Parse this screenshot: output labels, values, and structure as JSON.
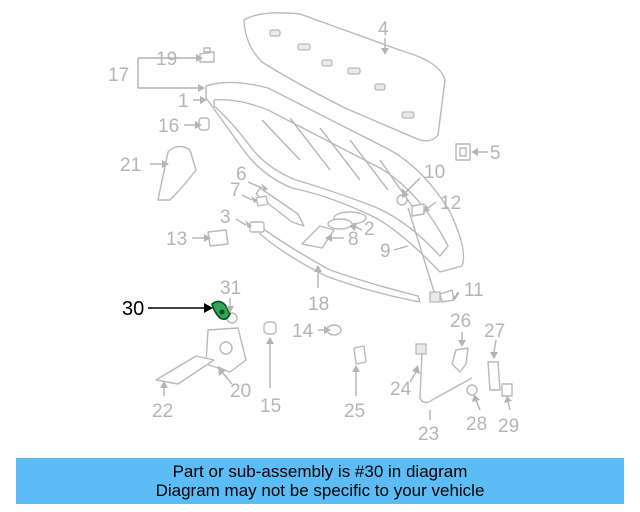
{
  "diagram": {
    "highlighted_callout": "30",
    "callouts": [
      "1",
      "2",
      "3",
      "4",
      "5",
      "6",
      "7",
      "8",
      "9",
      "10",
      "11",
      "12",
      "13",
      "14",
      "15",
      "16",
      "17",
      "18",
      "19",
      "20",
      "21",
      "22",
      "23",
      "24",
      "25",
      "26",
      "27",
      "28",
      "29",
      "30",
      "31"
    ],
    "colors": {
      "part_lines": "#b9b9b9",
      "callout_text": "#b4b4b4",
      "highlight_part": "#1b8a3c",
      "highlight_text": "#000000"
    }
  },
  "banner": {
    "line1": "Part or sub-assembly is #30 in diagram",
    "line2": "Diagram may not be specific to your vehicle",
    "background": "#5bbcf6"
  }
}
